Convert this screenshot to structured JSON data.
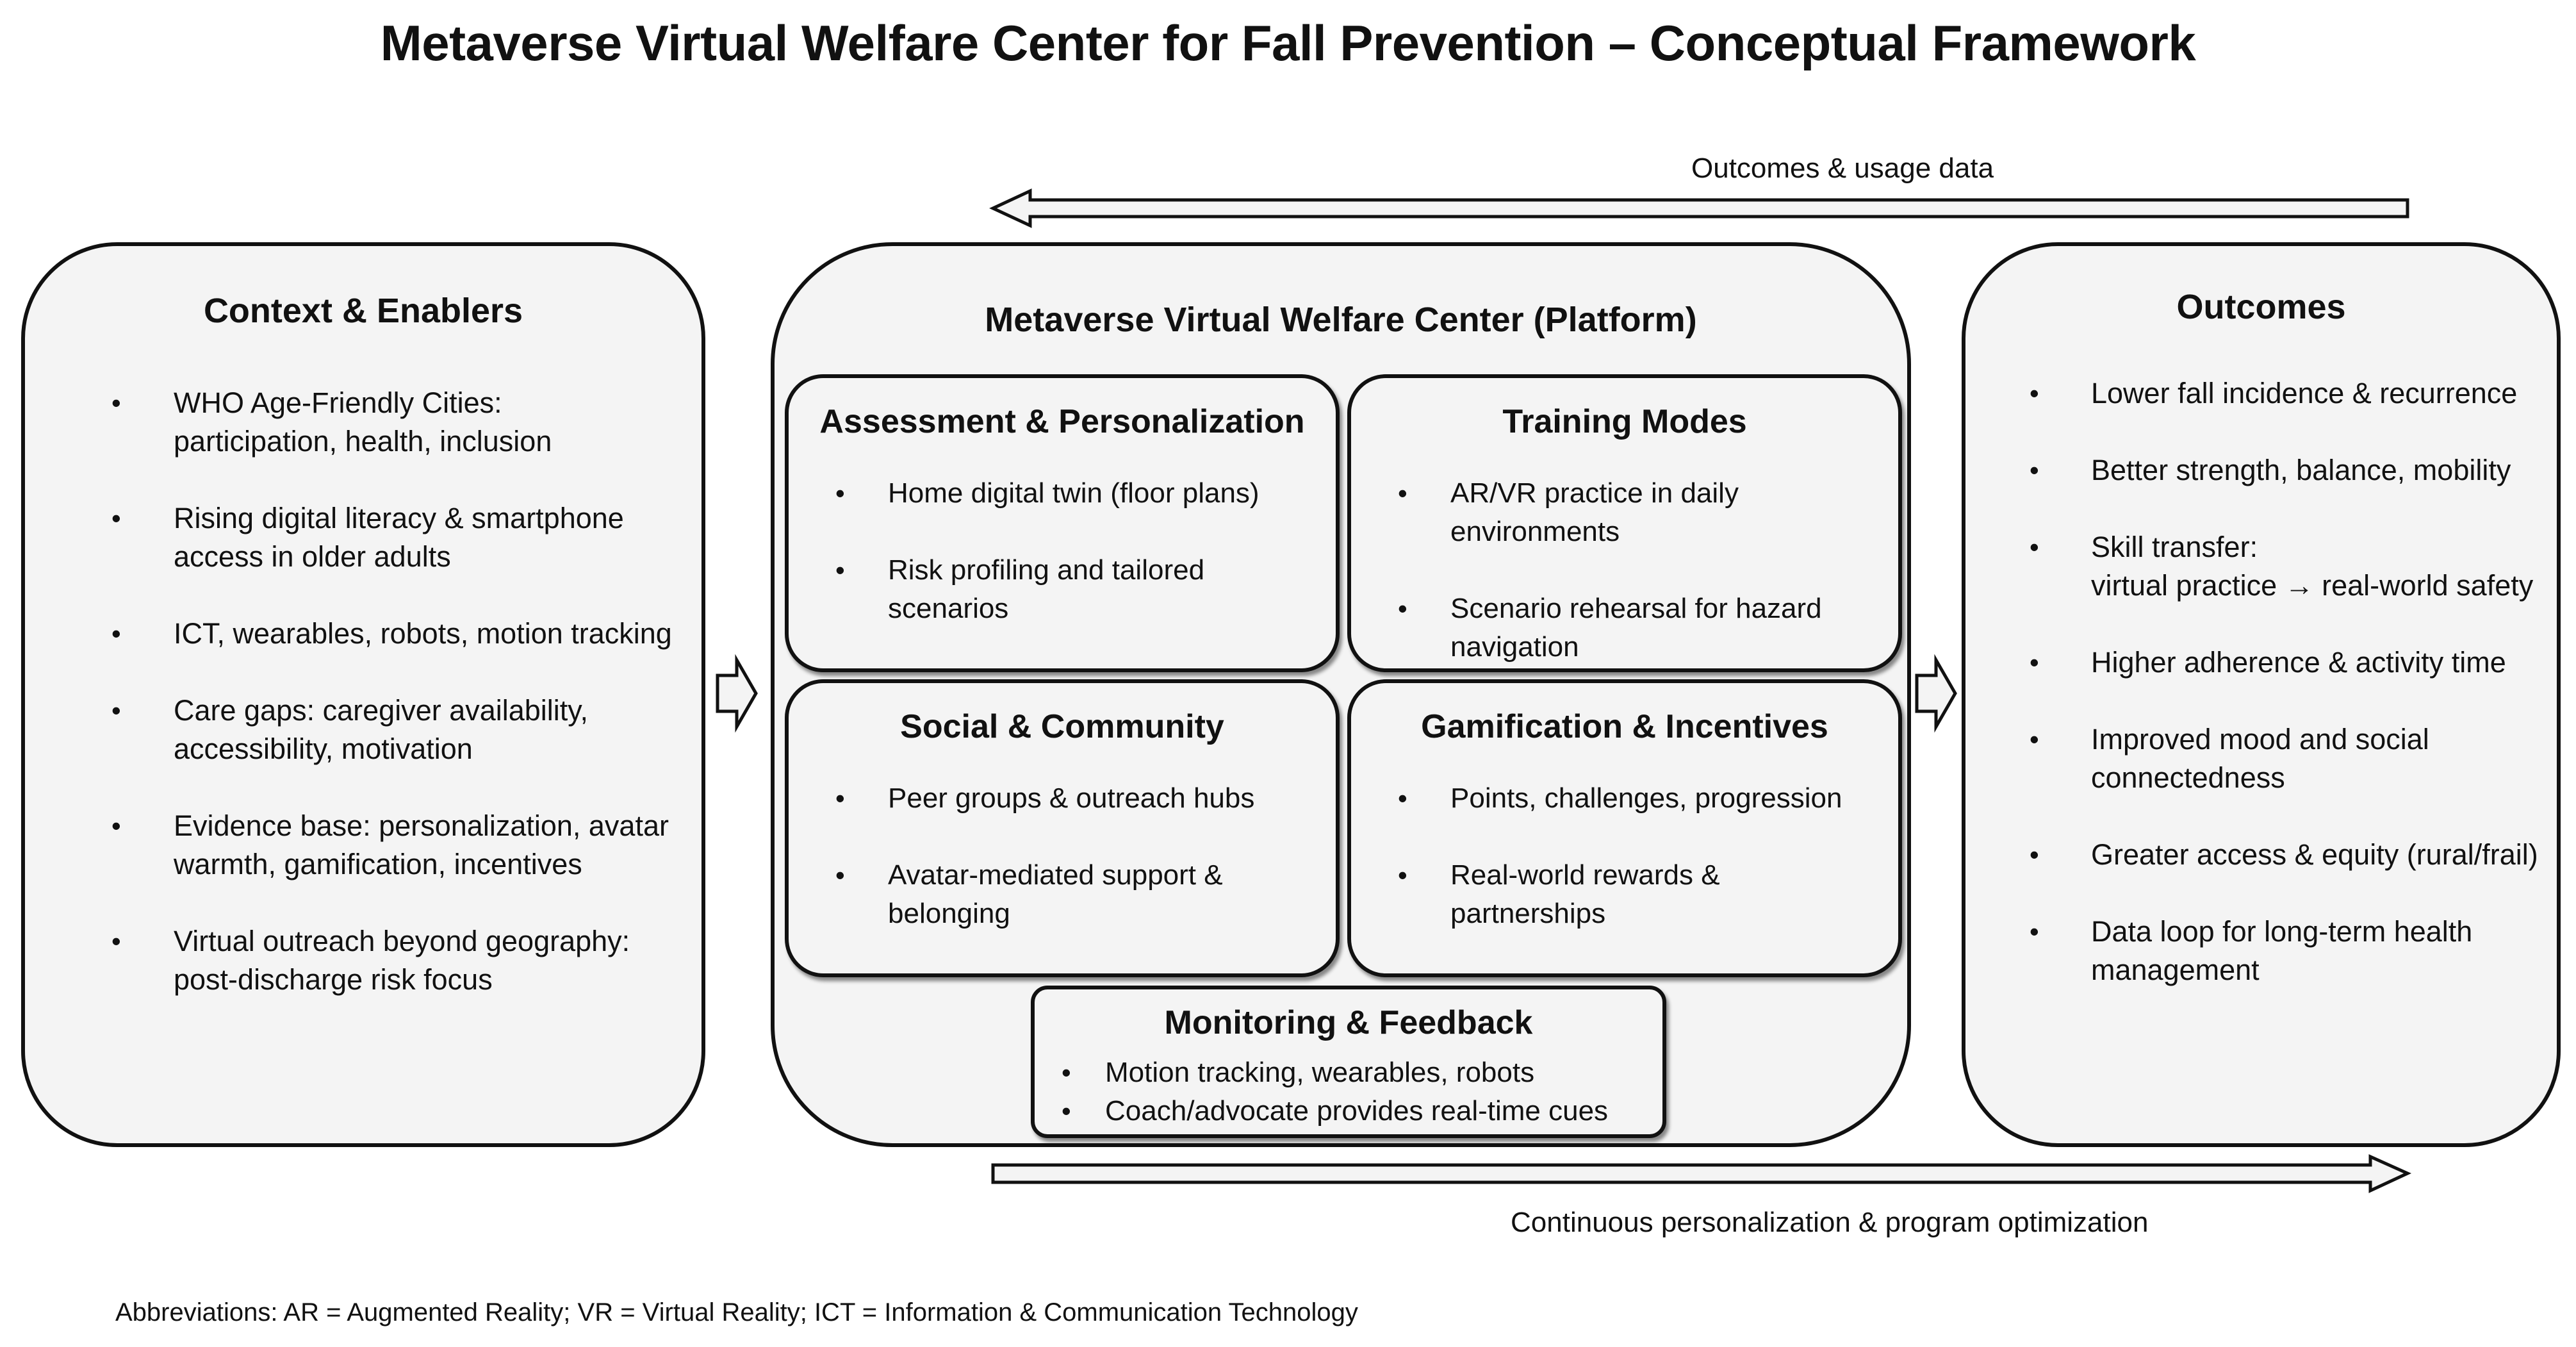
{
  "title": "Metaverse Virtual Welfare Center for Fall Prevention – Conceptual Framework",
  "context": {
    "title": "Context & Enablers",
    "items": [
      [
        "WHO Age-Friendly Cities:",
        "participation, health, inclusion"
      ],
      [
        "Rising digital literacy & smartphone",
        "access in older adults"
      ],
      [
        "ICT, wearables, robots, motion tracking"
      ],
      [
        "Care gaps: caregiver availability,",
        "accessibility, motivation"
      ],
      [
        "Evidence base: personalization, avatar",
        "warmth, gamification, incentives"
      ],
      [
        "Virtual outreach beyond geography:",
        "post-discharge risk focus"
      ]
    ]
  },
  "platform": {
    "title": "Metaverse Virtual Welfare Center (Platform)",
    "assessment": {
      "title": "Assessment & Personalization",
      "items": [
        [
          "Home digital twin (floor plans)"
        ],
        [
          "Risk profiling and tailored",
          "scenarios"
        ]
      ]
    },
    "training": {
      "title": "Training Modes",
      "items": [
        [
          "AR/VR practice in daily",
          "environments"
        ],
        [
          "Scenario rehearsal for hazard",
          "navigation"
        ]
      ]
    },
    "social": {
      "title": "Social & Community",
      "items": [
        [
          "Peer groups & outreach hubs"
        ],
        [
          "Avatar-mediated support &",
          "belonging"
        ]
      ]
    },
    "gamification": {
      "title": "Gamification & Incentives",
      "items": [
        [
          "Points, challenges, progression"
        ],
        [
          "Real-world rewards &",
          "partnerships"
        ]
      ]
    },
    "monitoring": {
      "title": "Monitoring & Feedback",
      "items": [
        [
          "Motion tracking, wearables, robots"
        ],
        [
          "Coach/advocate provides real-time cues"
        ]
      ]
    }
  },
  "outcomes": {
    "title": "Outcomes",
    "items": [
      [
        "Lower fall incidence & recurrence"
      ],
      [
        "Better strength, balance, mobility"
      ],
      [
        "Skill transfer:",
        "virtual practice → real-world safety"
      ],
      [
        "Higher adherence & activity time"
      ],
      [
        "Improved mood and social",
        "connectedness"
      ],
      [
        "Greater access & equity (rural/frail)"
      ],
      [
        "Data loop for long-term health",
        "management"
      ]
    ]
  },
  "flows": {
    "feedback_label": "Outcomes & usage data",
    "forward_label": "Continuous personalization & program optimization"
  },
  "abbreviations": "Abbreviations: AR = Augmented Reality; VR = Virtual Reality; ICT = Information & Communication Technology"
}
